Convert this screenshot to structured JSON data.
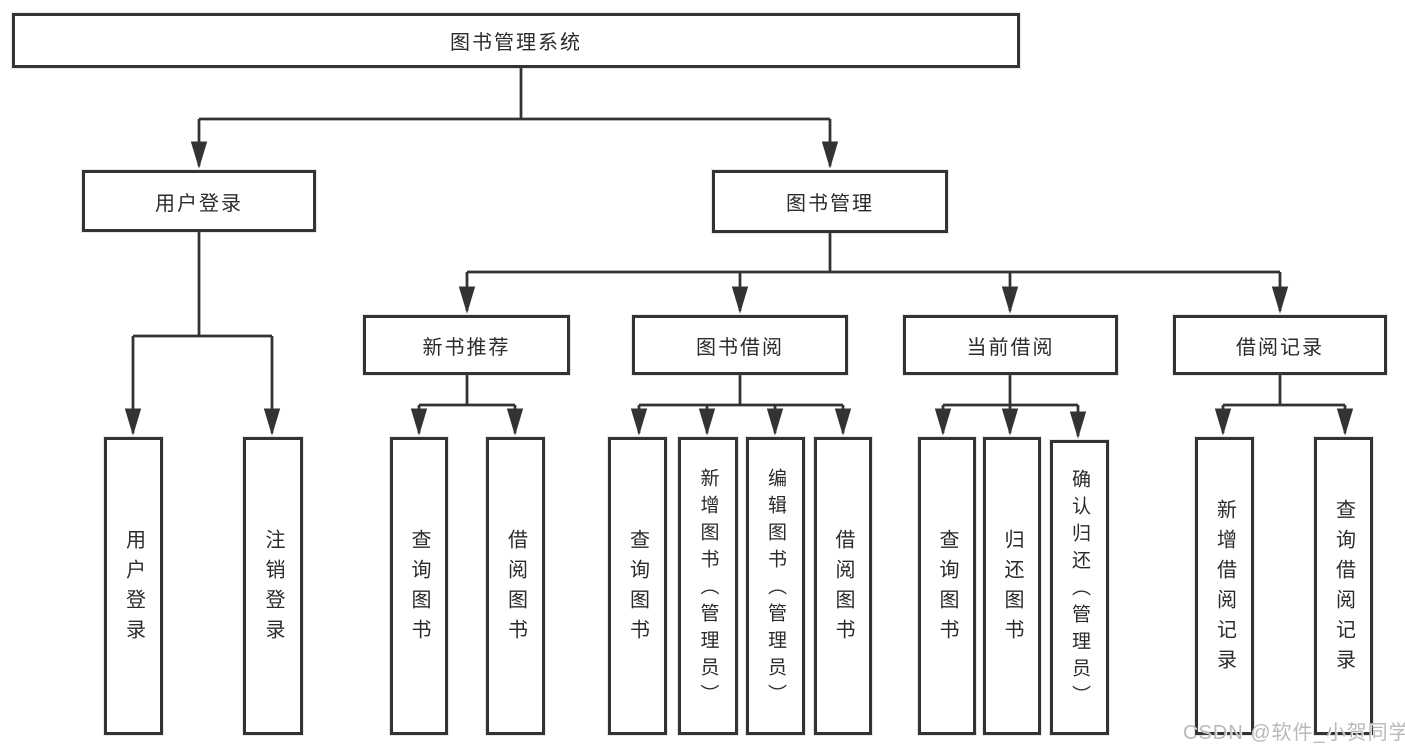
{
  "tree": {
    "root": {
      "label": "图书管理系统",
      "children": [
        {
          "label": "用户登录",
          "children": [
            {
              "label": "用户登录"
            },
            {
              "label": "注销登录"
            }
          ]
        },
        {
          "label": "图书管理",
          "children": [
            {
              "label": "新书推荐",
              "children": [
                {
                  "label": "查询图书"
                },
                {
                  "label": "借阅图书"
                }
              ]
            },
            {
              "label": "图书借阅",
              "children": [
                {
                  "label": "查询图书"
                },
                {
                  "label": "新增图书（管理员）"
                },
                {
                  "label": "编辑图书（管理员）"
                },
                {
                  "label": "借阅图书"
                }
              ]
            },
            {
              "label": "当前借阅",
              "children": [
                {
                  "label": "查询图书"
                },
                {
                  "label": "归还图书"
                },
                {
                  "label": "确认归还（管理员）"
                }
              ]
            },
            {
              "label": "借阅记录",
              "children": [
                {
                  "label": "新增借阅记录"
                },
                {
                  "label": "查询借阅记录"
                }
              ]
            }
          ]
        }
      ]
    }
  },
  "watermark": {
    "text": "CSDN @软件_小贺同学"
  },
  "colors": {
    "line": "#333333",
    "text": "#2b2b2b",
    "box_bg": "#ffffff",
    "watermark": "#b9b9b9",
    "page_bg": "#ffffff"
  }
}
